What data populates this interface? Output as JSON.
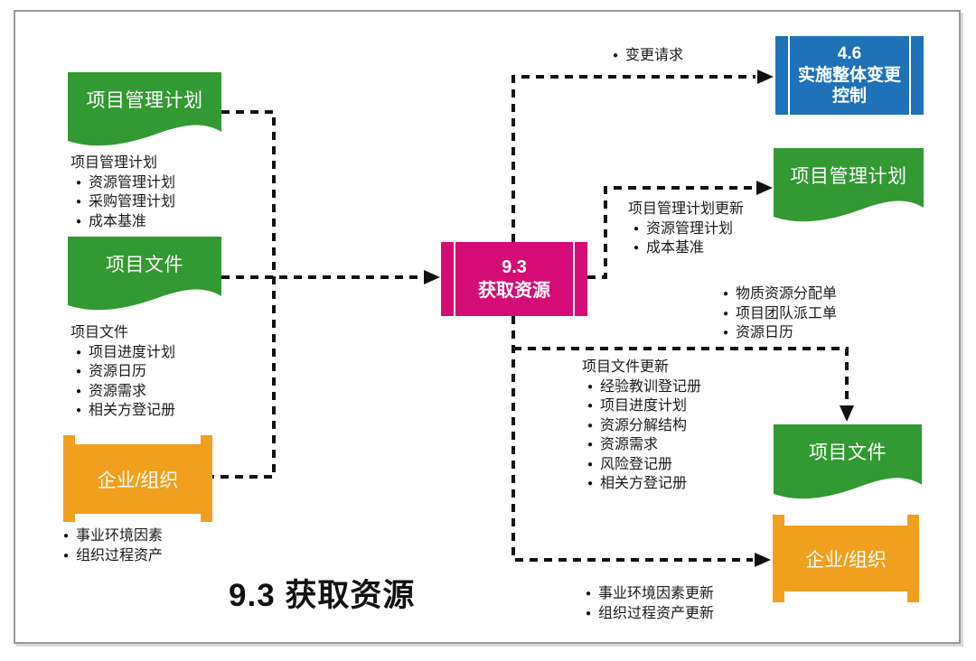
{
  "caption": "9.3 获取资源",
  "process": {
    "number": "9.3",
    "name": "获取资源"
  },
  "inputs": {
    "pm_plan": {
      "label": "项目管理计划",
      "header": "项目管理计划",
      "items": [
        "资源管理计划",
        "采购管理计划",
        "成本基准"
      ]
    },
    "docs": {
      "label": "项目文件",
      "header": "项目文件",
      "items": [
        "项目进度计划",
        "资源日历",
        "资源需求",
        "相关方登记册"
      ]
    },
    "org": {
      "label": "企业/组织",
      "items": [
        "事业环境因素",
        "组织过程资产"
      ]
    }
  },
  "outputs": {
    "change_control": {
      "number": "4.6",
      "name_line1": "实施整体变更",
      "name_line2": "控制",
      "items": [
        "变更请求"
      ]
    },
    "pm_plan": {
      "label": "项目管理计划",
      "header": "项目管理计划更新",
      "items": [
        "资源管理计划",
        "成本基准"
      ]
    },
    "assignments": {
      "items": [
        "物质资源分配单",
        "项目团队派工单",
        "资源日历"
      ]
    },
    "docs": {
      "label": "项目文件",
      "header": "项目文件更新",
      "items": [
        "经验教训登记册",
        "项目进度计划",
        "资源分解结构",
        "资源需求",
        "风险登记册",
        "相关方登记册"
      ]
    },
    "org": {
      "label": "企业/组织",
      "items": [
        "事业环境因素更新",
        "组织过程资产更新"
      ]
    }
  },
  "colors": {
    "document_green": "#339933",
    "process_magenta": "#D60C76",
    "external_process_blue": "#1F71B8",
    "enterprise_orange": "#F0A01E",
    "connector_black": "#111111",
    "frame_gray": "#98989A"
  }
}
